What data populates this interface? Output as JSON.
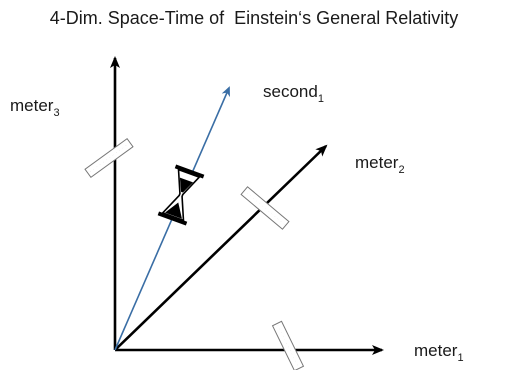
{
  "title": "4-Dim. Space-Time of  Einstein‘s General Relativity",
  "axes": {
    "meter1": {
      "base": "meter",
      "sub": "1"
    },
    "meter2": {
      "base": "meter",
      "sub": "2"
    },
    "meter3": {
      "base": "meter",
      "sub": "3"
    },
    "second1": {
      "base": "second",
      "sub": "1"
    }
  },
  "colors": {
    "axis": "#000000",
    "time_axis": "#3a6ea5",
    "ruler_fill": "#ffffff",
    "ruler_stroke": "#777777",
    "hourglass": "#000000"
  },
  "icons": {
    "ruler": "ruler-icon",
    "hourglass": "hourglass-icon"
  }
}
